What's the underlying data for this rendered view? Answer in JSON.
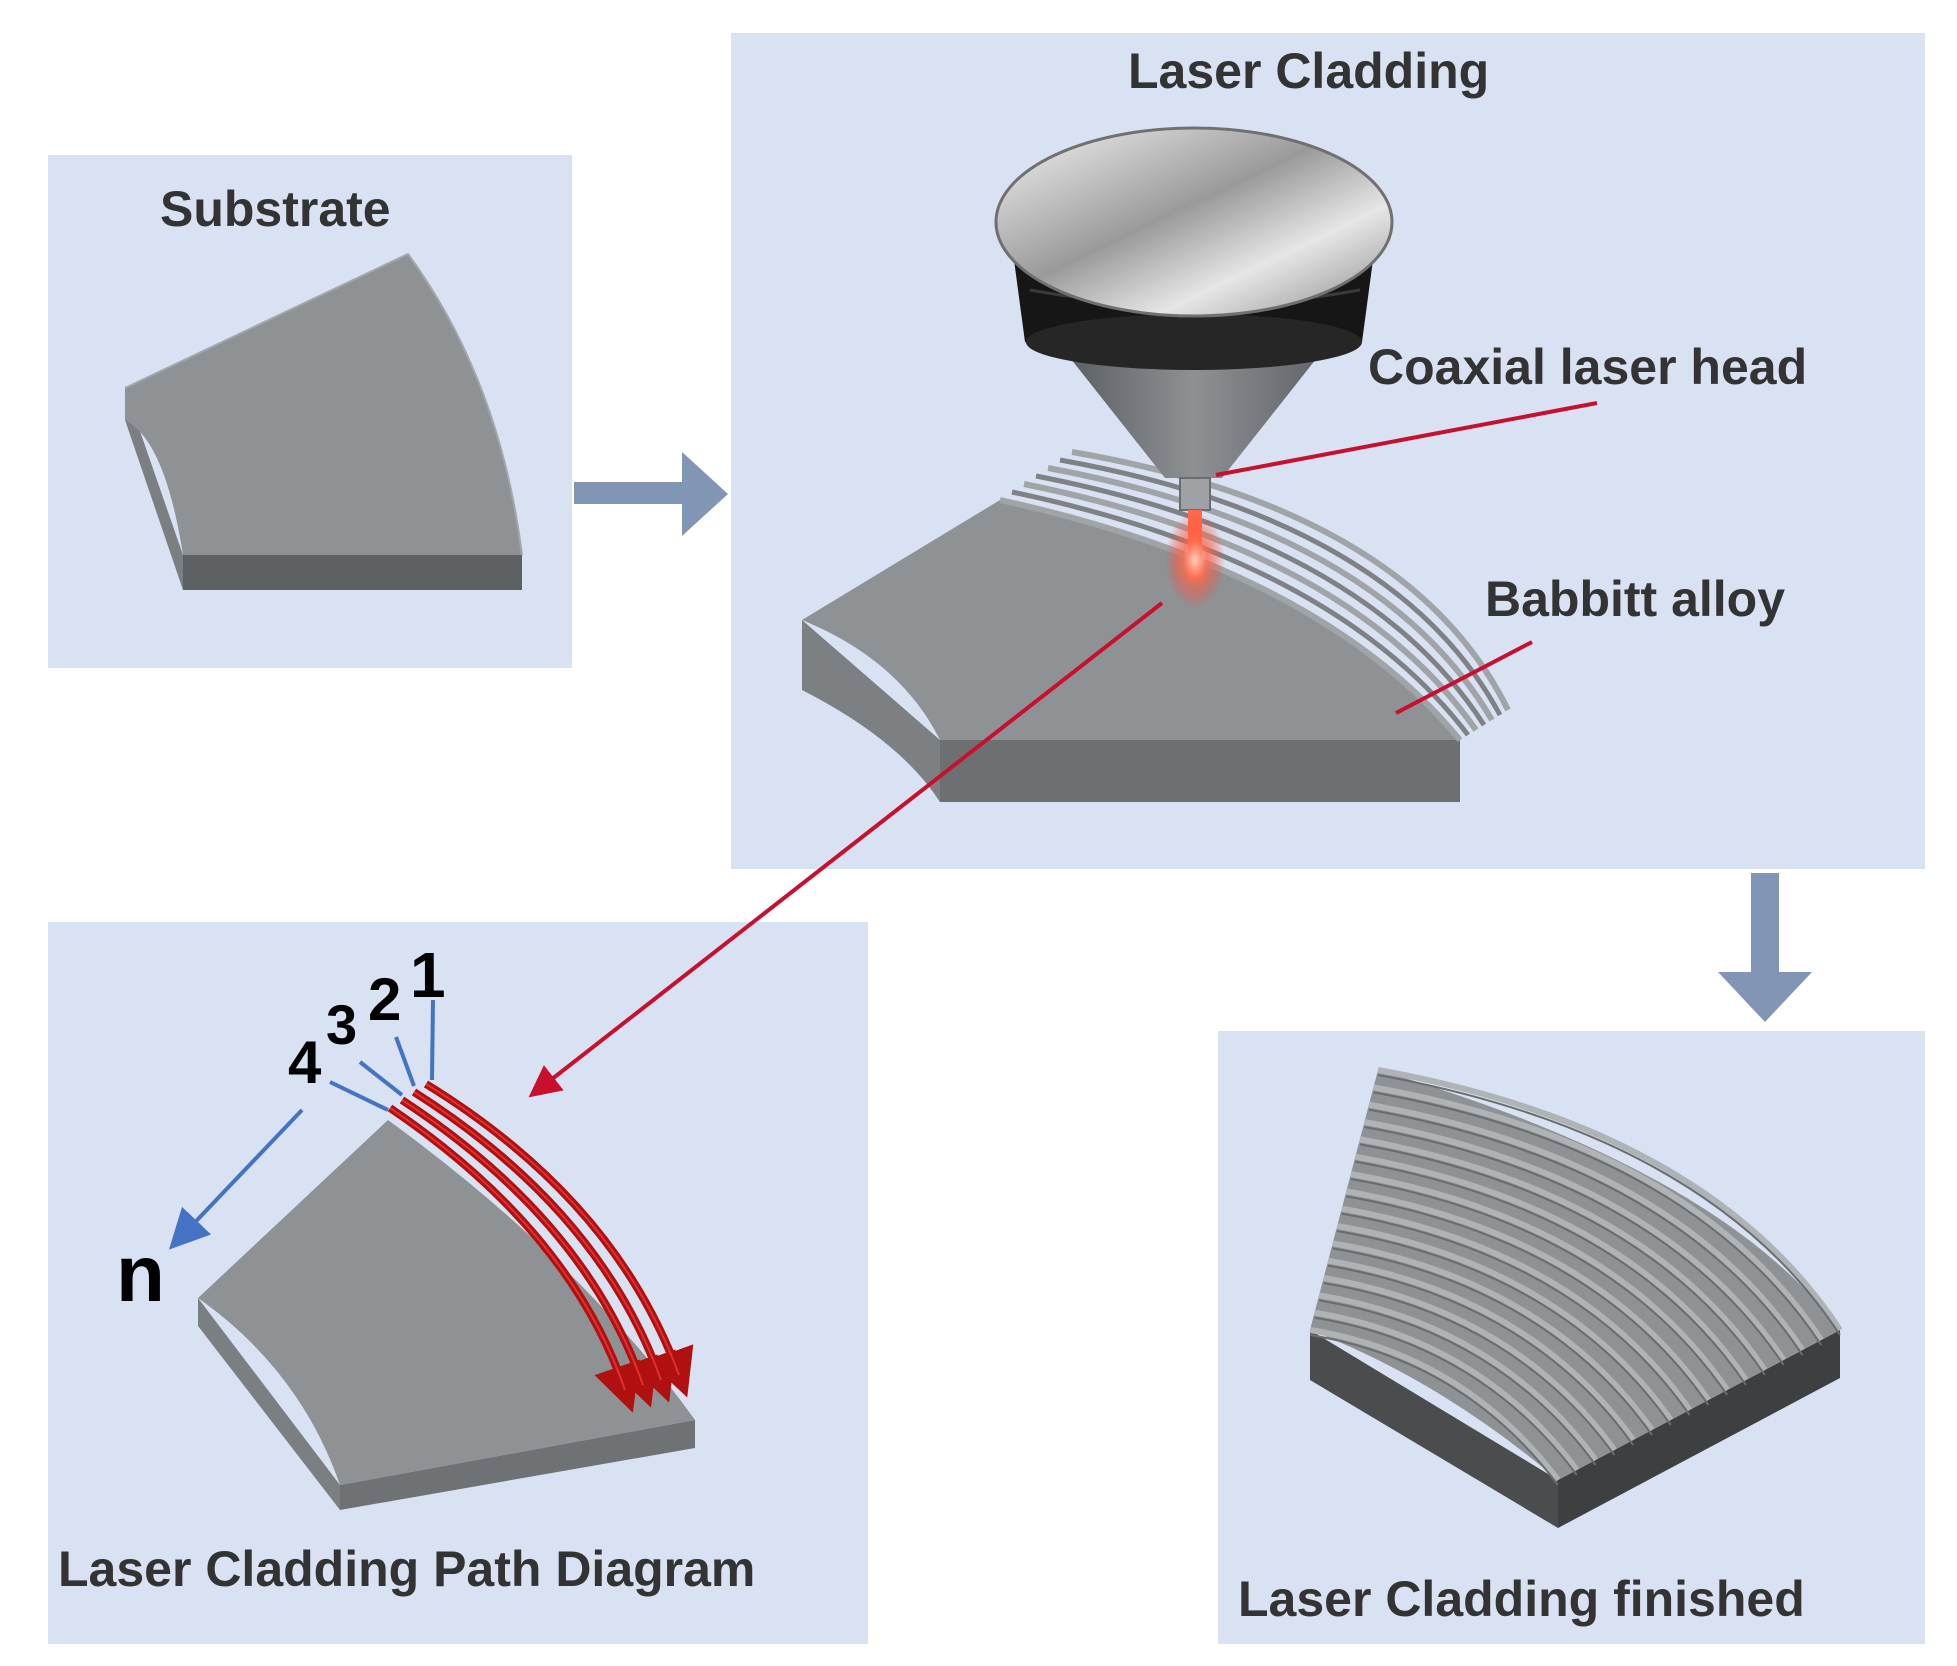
{
  "panels": {
    "substrate": {
      "title": "Substrate"
    },
    "laser_cladding": {
      "title": "Laser Cladding",
      "callout_head": "Coaxial laser head",
      "callout_alloy": "Babbitt alloy"
    },
    "path_diagram": {
      "title": "Laser Cladding Path Diagram",
      "track_labels": [
        "1",
        "2",
        "3",
        "4"
      ],
      "direction_label": "n"
    },
    "finished": {
      "title": "Laser Cladding finished"
    }
  },
  "colors": {
    "panel_bg": "#d9e2f3",
    "flow_arrow": "#8096b4",
    "callout_line": "#c8102e",
    "path_leader": "#4472c4",
    "metal_top": "#909396",
    "metal_side": "#6f7275"
  }
}
